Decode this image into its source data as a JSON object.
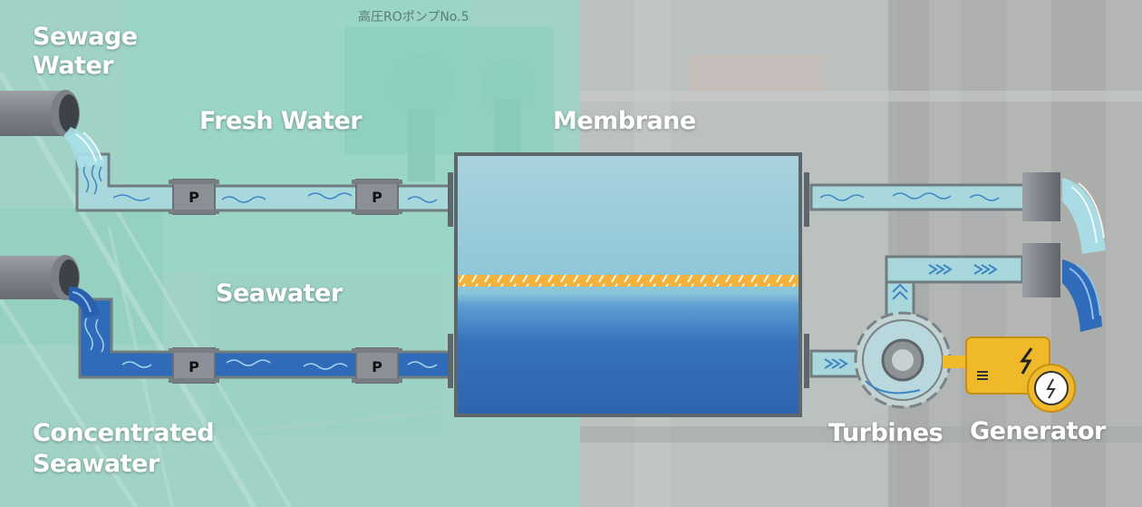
{
  "labels": {
    "sewage_line1": "Sewage",
    "sewage_line2": "Water",
    "fresh_water": "Fresh Water",
    "membrane": "Membrane",
    "seawater": "Seawater",
    "concentrated_line1": "Concentrated",
    "concentrated_line2": "Seawater",
    "turbines": "Turbines",
    "generator": "Generator"
  },
  "pump_label": "P",
  "background_sign": "高圧ROポンプNo.5",
  "colors": {
    "fresh_water": "#a9d8dc",
    "seawater": "#2f6bb8",
    "membrane_line": "#f3b23c",
    "pipe_outline": "#6f7c80",
    "pump_gray": "#8a9095",
    "generator_yellow": "#f0b92a",
    "background_teal": "#7fb3a8"
  }
}
